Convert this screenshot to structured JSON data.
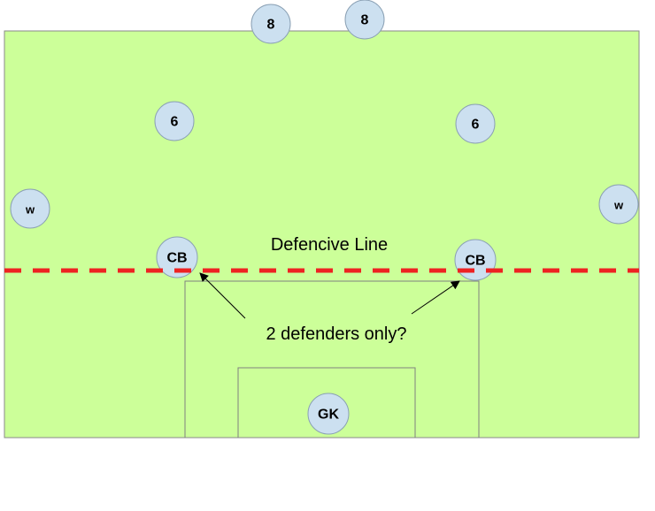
{
  "colors": {
    "pitch": "#ccff99",
    "pitch_border": "#8a8a8a",
    "box_lines": "#808080",
    "defensive_line": "#ee2222",
    "player_fill": "#cce0f0",
    "player_stroke": "#8aa0b4"
  },
  "labels": {
    "defensive_line": "Defencive Line",
    "question": "2 defenders only?"
  },
  "players": [
    {
      "id": "cm-left",
      "label": "8"
    },
    {
      "id": "cm-right",
      "label": "8"
    },
    {
      "id": "dm-left",
      "label": "6"
    },
    {
      "id": "dm-right",
      "label": "6"
    },
    {
      "id": "wing-left",
      "label": "w"
    },
    {
      "id": "wing-right",
      "label": "w"
    },
    {
      "id": "cb-left",
      "label": "CB"
    },
    {
      "id": "cb-right",
      "label": "CB"
    },
    {
      "id": "gk",
      "label": "GK"
    }
  ]
}
